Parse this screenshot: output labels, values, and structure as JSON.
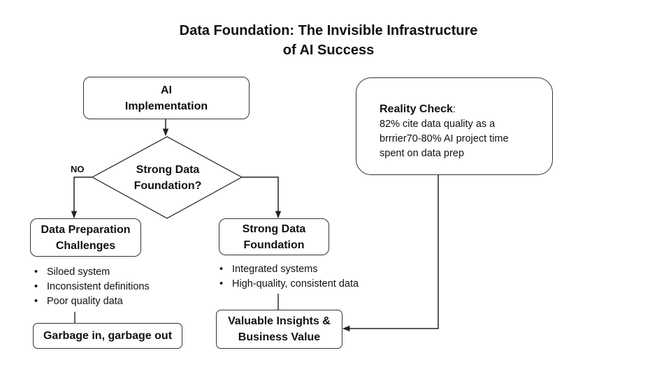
{
  "title": {
    "line1": "Data Foundation: The Invisible Infrastructure",
    "line2": "of AI Success"
  },
  "nodes": {
    "ai_implementation": {
      "line1": "AI",
      "line2": "Implementation"
    },
    "decision": {
      "line1": "Strong Data",
      "line2": "Foundation?",
      "no_label": "NO"
    },
    "challenges": {
      "line1": "Data Preparation",
      "line2": "Challenges"
    },
    "strong_foundation": {
      "line1": "Strong Data",
      "line2": "Foundation"
    },
    "garbage": {
      "label": "Garbage in, garbage out"
    },
    "insights": {
      "line1": "Valuable Insights &",
      "line2": "Business Value"
    }
  },
  "challenge_bullets": [
    "Siloed system",
    "Inconsistent definitions",
    "Poor quality data"
  ],
  "foundation_bullets": [
    "Integrated systems",
    "High-quality, consistent data"
  ],
  "reality_check": {
    "heading": "Reality Check",
    "colon": ":",
    "lines": [
      "82% cite data quality as a",
      "brrrier70-80% AI project time",
      "spent on data prep"
    ]
  }
}
